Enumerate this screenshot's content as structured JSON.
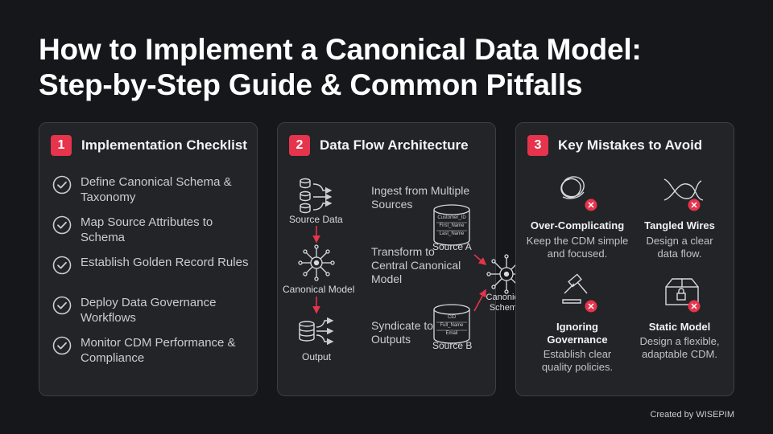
{
  "title": {
    "line1": "How to Implement a Canonical Data Model:",
    "line2": "Step-by-Step Guide & Common Pitfalls"
  },
  "panels": [
    {
      "number": "1",
      "title": "Implementation Checklist",
      "items": [
        {
          "text": "Define Canonical Schema & Taxonomy",
          "icon": "check-circle-icon"
        },
        {
          "text": "Map Source Attributes to Schema",
          "icon": "check-circle-icon"
        },
        {
          "text": "Establish Golden Record Rules",
          "icon": "check-circle-icon"
        },
        {
          "text": "Deploy Data Governance Workflows",
          "icon": "check-circle-icon"
        },
        {
          "text": "Monitor CDM Performance & Compliance",
          "icon": "check-circle-icon"
        }
      ]
    },
    {
      "number": "2",
      "title": "Data Flow Architecture",
      "stages": [
        {
          "label": "Source Data",
          "icon": "database-stack-icon"
        },
        {
          "label": "Canonical Model",
          "icon": "hub-network-icon"
        },
        {
          "label": "Output",
          "icon": "database-output-icon"
        }
      ],
      "steps": [
        "Ingest from Multiple Sources",
        "Transform to Central Canonical Model",
        "Syndicate to Outputs"
      ],
      "source_a": {
        "label": "Source A",
        "fields": [
          "Customer_ID",
          "First_Name",
          "Last_Name"
        ]
      },
      "source_b": {
        "label": "Source B",
        "fields": [
          "CID",
          "Full_Name",
          "Email"
        ]
      },
      "hub_label": "Canonical Schema"
    },
    {
      "number": "3",
      "title": "Key Mistakes to Avoid",
      "mistakes": [
        {
          "title": "Over-Complicating",
          "desc": "Keep the CDM simple and focused.",
          "icon": "tangled-knot-icon"
        },
        {
          "title": "Tangled Wires",
          "desc": "Design a clear data flow.",
          "icon": "crossed-wires-icon"
        },
        {
          "title": "Ignoring Governance",
          "desc": "Establish clear quality policies.",
          "icon": "gavel-icon"
        },
        {
          "title": "Static Model",
          "desc": "Design a flexible, adaptable CDM.",
          "icon": "locked-box-icon"
        }
      ]
    }
  ],
  "credit": "Created by WISEPIM",
  "colors": {
    "accent": "#e5344c",
    "panel": "#222428",
    "background": "#15171b"
  }
}
